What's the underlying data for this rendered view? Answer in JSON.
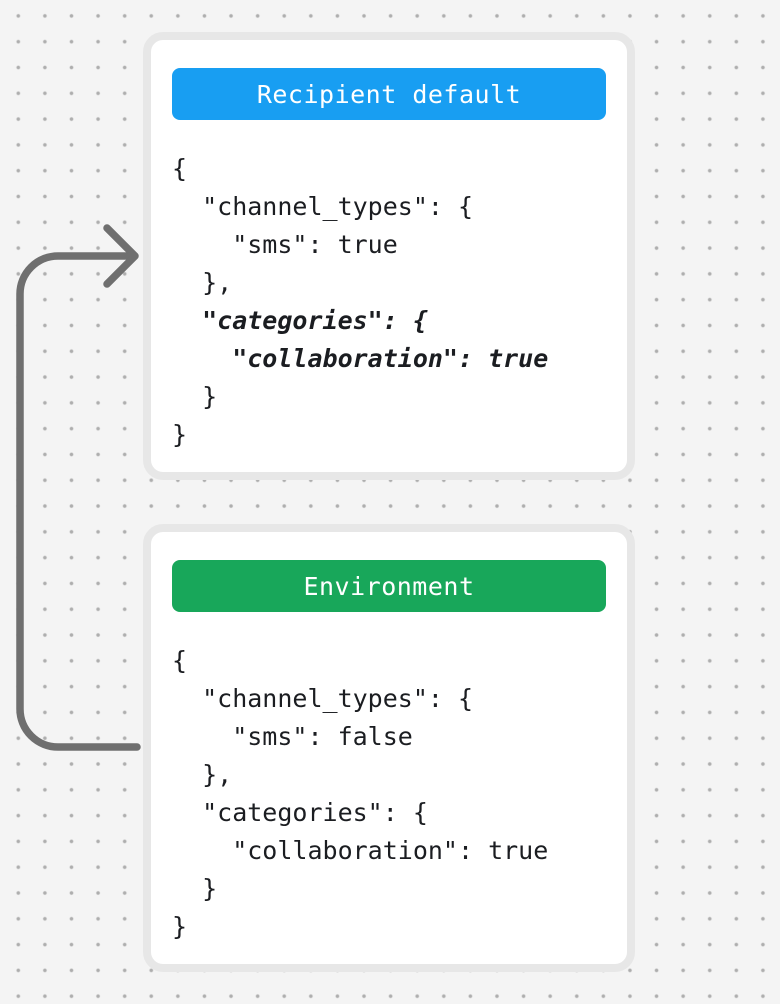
{
  "colors": {
    "background": "#f4f4f4",
    "dot": "#aeaeae",
    "card_border": "#e7e7e7",
    "card_background": "#ffffff",
    "recipient_header": "#189ef2",
    "environment_header": "#18a75a",
    "arrow": "#6f6f6f",
    "code_text": "#1b1d21",
    "header_text": "#ffffff"
  },
  "arrow": {
    "meaning": "flow-from-environment-to-recipient-default"
  },
  "cards": [
    {
      "id": "recipient-default",
      "title": "Recipient default",
      "header_color": "#189ef2",
      "code_lines": [
        {
          "text": "{",
          "emphasis": false
        },
        {
          "text": "  \"channel_types\": {",
          "emphasis": false
        },
        {
          "text": "    \"sms\": true",
          "emphasis": false
        },
        {
          "text": "  },",
          "emphasis": false
        },
        {
          "text": "  \"categories\": {",
          "emphasis": true
        },
        {
          "text": "    \"collaboration\": true",
          "emphasis": true
        },
        {
          "text": "  }",
          "emphasis": false
        },
        {
          "text": "}",
          "emphasis": false
        }
      ]
    },
    {
      "id": "environment",
      "title": "Environment",
      "header_color": "#18a75a",
      "code_lines": [
        {
          "text": "{",
          "emphasis": false
        },
        {
          "text": "  \"channel_types\": {",
          "emphasis": false
        },
        {
          "text": "    \"sms\": false",
          "emphasis": false
        },
        {
          "text": "  },",
          "emphasis": false
        },
        {
          "text": "  \"categories\": {",
          "emphasis": false
        },
        {
          "text": "    \"collaboration\": true",
          "emphasis": false
        },
        {
          "text": "  }",
          "emphasis": false
        },
        {
          "text": "}",
          "emphasis": false
        }
      ]
    }
  ]
}
